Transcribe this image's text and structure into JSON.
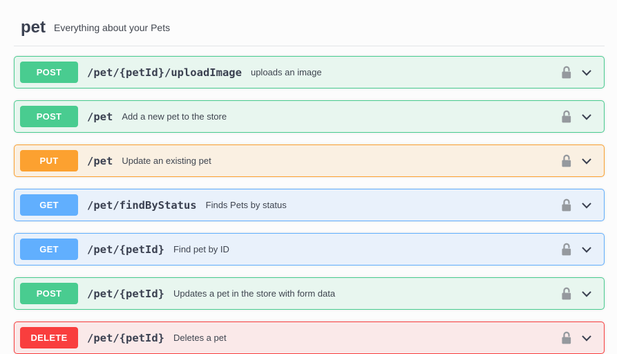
{
  "section": {
    "title": "pet",
    "description": "Everything about your Pets"
  },
  "colors": {
    "post": "#49cc90",
    "put": "#fca130",
    "get": "#61affe",
    "delete": "#f93e3e",
    "text": "#3b4151",
    "lock_icon": "#95999e"
  },
  "icons": {
    "lock": "unlocked-padlock",
    "expand": "chevron-down"
  },
  "operations": [
    {
      "method": "POST",
      "path": "/pet/{petId}/uploadImage",
      "summary": "uploads an image"
    },
    {
      "method": "POST",
      "path": "/pet",
      "summary": "Add a new pet to the store"
    },
    {
      "method": "PUT",
      "path": "/pet",
      "summary": "Update an existing pet"
    },
    {
      "method": "GET",
      "path": "/pet/findByStatus",
      "summary": "Finds Pets by status"
    },
    {
      "method": "GET",
      "path": "/pet/{petId}",
      "summary": "Find pet by ID"
    },
    {
      "method": "POST",
      "path": "/pet/{petId}",
      "summary": "Updates a pet in the store with form data"
    },
    {
      "method": "DELETE",
      "path": "/pet/{petId}",
      "summary": "Deletes a pet"
    }
  ]
}
